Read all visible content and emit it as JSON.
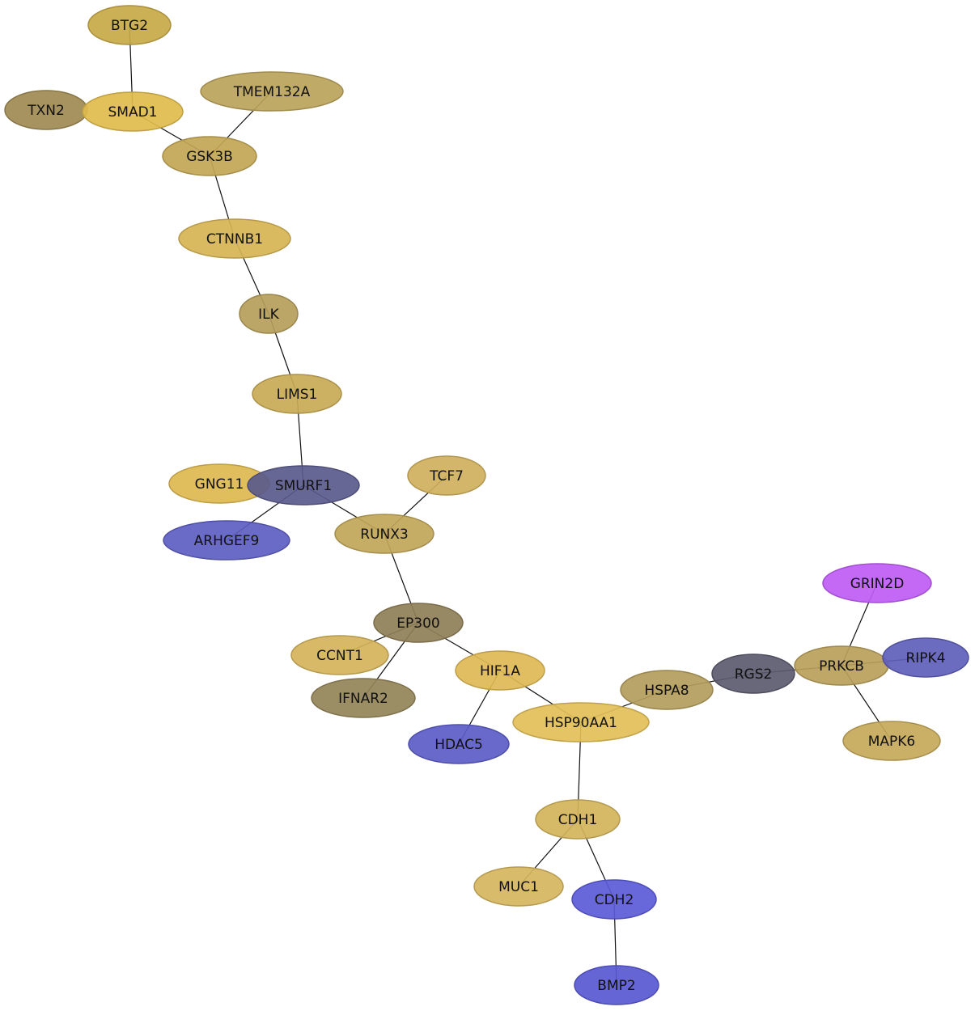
{
  "nodes": [
    {
      "id": "BTG2",
      "label": "BTG2",
      "color": "#c8a948"
    },
    {
      "id": "TXN2",
      "label": "TXN2",
      "color": "#9e8a52"
    },
    {
      "id": "SMAD1",
      "label": "SMAD1",
      "color": "#e0bb4c"
    },
    {
      "id": "TMEM132A",
      "label": "TMEM132A",
      "color": "#bba35a"
    },
    {
      "id": "GSK3B",
      "label": "GSK3B",
      "color": "#c2a655"
    },
    {
      "id": "CTNNB1",
      "label": "CTNNB1",
      "color": "#d6b454"
    },
    {
      "id": "ILK",
      "label": "ILK",
      "color": "#b59e5a"
    },
    {
      "id": "LIMS1",
      "label": "LIMS1",
      "color": "#c8aa55"
    },
    {
      "id": "GNG11",
      "label": "GNG11",
      "color": "#ddb950"
    },
    {
      "id": "SMURF1",
      "label": "SMURF1",
      "color": "#5a5a8c"
    },
    {
      "id": "ARHGEF9",
      "label": "ARHGEF9",
      "color": "#5d5dc2"
    },
    {
      "id": "TCF7",
      "label": "TCF7",
      "color": "#cfb05c"
    },
    {
      "id": "RUNX3",
      "label": "RUNX3",
      "color": "#c1a658"
    },
    {
      "id": "EP300",
      "label": "EP300",
      "color": "#8f7f58"
    },
    {
      "id": "CCNT1",
      "label": "CCNT1",
      "color": "#d4b35a"
    },
    {
      "id": "IFNAR2",
      "label": "IFNAR2",
      "color": "#938458"
    },
    {
      "id": "HIF1A",
      "label": "HIF1A",
      "color": "#dfb955"
    },
    {
      "id": "HDAC5",
      "label": "HDAC5",
      "color": "#5c5cc8"
    },
    {
      "id": "HSP90AA1",
      "label": "HSP90AA1",
      "color": "#e2bf58"
    },
    {
      "id": "HSPA8",
      "label": "HSPA8",
      "color": "#b39c5c"
    },
    {
      "id": "RGS2",
      "label": "RGS2",
      "color": "#5b5b6f"
    },
    {
      "id": "PRKCB",
      "label": "PRKCB",
      "color": "#b9a05a"
    },
    {
      "id": "GRIN2D",
      "label": "GRIN2D",
      "color": "#bf5cf5"
    },
    {
      "id": "RIPK4",
      "label": "RIPK4",
      "color": "#5e5eba"
    },
    {
      "id": "MAPK6",
      "label": "MAPK6",
      "color": "#c5a85a"
    },
    {
      "id": "CDH1",
      "label": "CDH1",
      "color": "#d3b45a"
    },
    {
      "id": "MUC1",
      "label": "MUC1",
      "color": "#d5b55e"
    },
    {
      "id": "CDH2",
      "label": "CDH2",
      "color": "#5b5bd8"
    },
    {
      "id": "BMP2",
      "label": "BMP2",
      "color": "#5858d2"
    }
  ],
  "edges": [
    [
      "BTG2",
      "SMAD1"
    ],
    [
      "SMAD1",
      "GSK3B"
    ],
    [
      "TMEM132A",
      "GSK3B"
    ],
    [
      "GSK3B",
      "CTNNB1"
    ],
    [
      "CTNNB1",
      "ILK"
    ],
    [
      "ILK",
      "LIMS1"
    ],
    [
      "LIMS1",
      "SMURF1"
    ],
    [
      "SMURF1",
      "ARHGEF9"
    ],
    [
      "SMURF1",
      "RUNX3"
    ],
    [
      "TCF7",
      "RUNX3"
    ],
    [
      "RUNX3",
      "EP300"
    ],
    [
      "EP300",
      "CCNT1"
    ],
    [
      "EP300",
      "IFNAR2"
    ],
    [
      "EP300",
      "HIF1A"
    ],
    [
      "HIF1A",
      "HDAC5"
    ],
    [
      "HIF1A",
      "HSP90AA1"
    ],
    [
      "HSP90AA1",
      "HSPA8"
    ],
    [
      "HSPA8",
      "RGS2"
    ],
    [
      "RGS2",
      "PRKCB"
    ],
    [
      "PRKCB",
      "GRIN2D"
    ],
    [
      "PRKCB",
      "RIPK4"
    ],
    [
      "PRKCB",
      "MAPK6"
    ],
    [
      "HSP90AA1",
      "CDH1"
    ],
    [
      "CDH1",
      "MUC1"
    ],
    [
      "CDH1",
      "CDH2"
    ],
    [
      "CDH2",
      "BMP2"
    ]
  ]
}
